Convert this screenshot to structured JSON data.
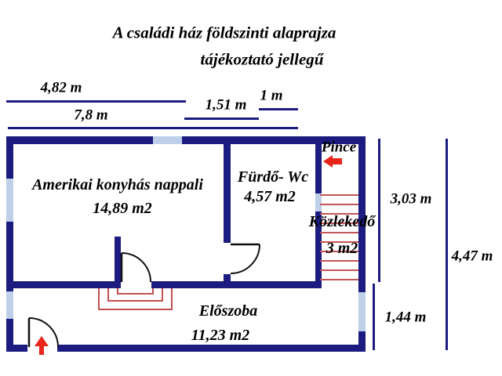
{
  "title": {
    "line1": "A családi ház földszinti alaprajza",
    "line2": "tájékoztató jellegű"
  },
  "dimensions": {
    "top_width_partial": "4,82 m",
    "top_width_total": "7,8 m",
    "top_bath_width": "1,51 m",
    "top_corridor_width": "1 m",
    "right_upper_height": "3,03 m",
    "right_total_height": "4,47 m",
    "right_lower_height": "1,44 m"
  },
  "rooms": {
    "living": {
      "name": "Amerikai konyhás nappali",
      "area": "14,89 m2"
    },
    "bath": {
      "name": "Fürdő- Wc",
      "area": "4,57 m2"
    },
    "hall": {
      "name": "Közlekedő",
      "area": "3 m2"
    },
    "entry": {
      "name": "Előszoba",
      "area": "11,23 m2"
    },
    "basement": {
      "name": "Pince"
    }
  },
  "colors": {
    "wall_navy": "#1c1c80",
    "window_blue": "#bdcfe9",
    "stair_red": "#c25555",
    "step_red": "#c05050",
    "arrow_red": "#e8251a",
    "text_black": "#000000",
    "door_line": "#111111"
  }
}
